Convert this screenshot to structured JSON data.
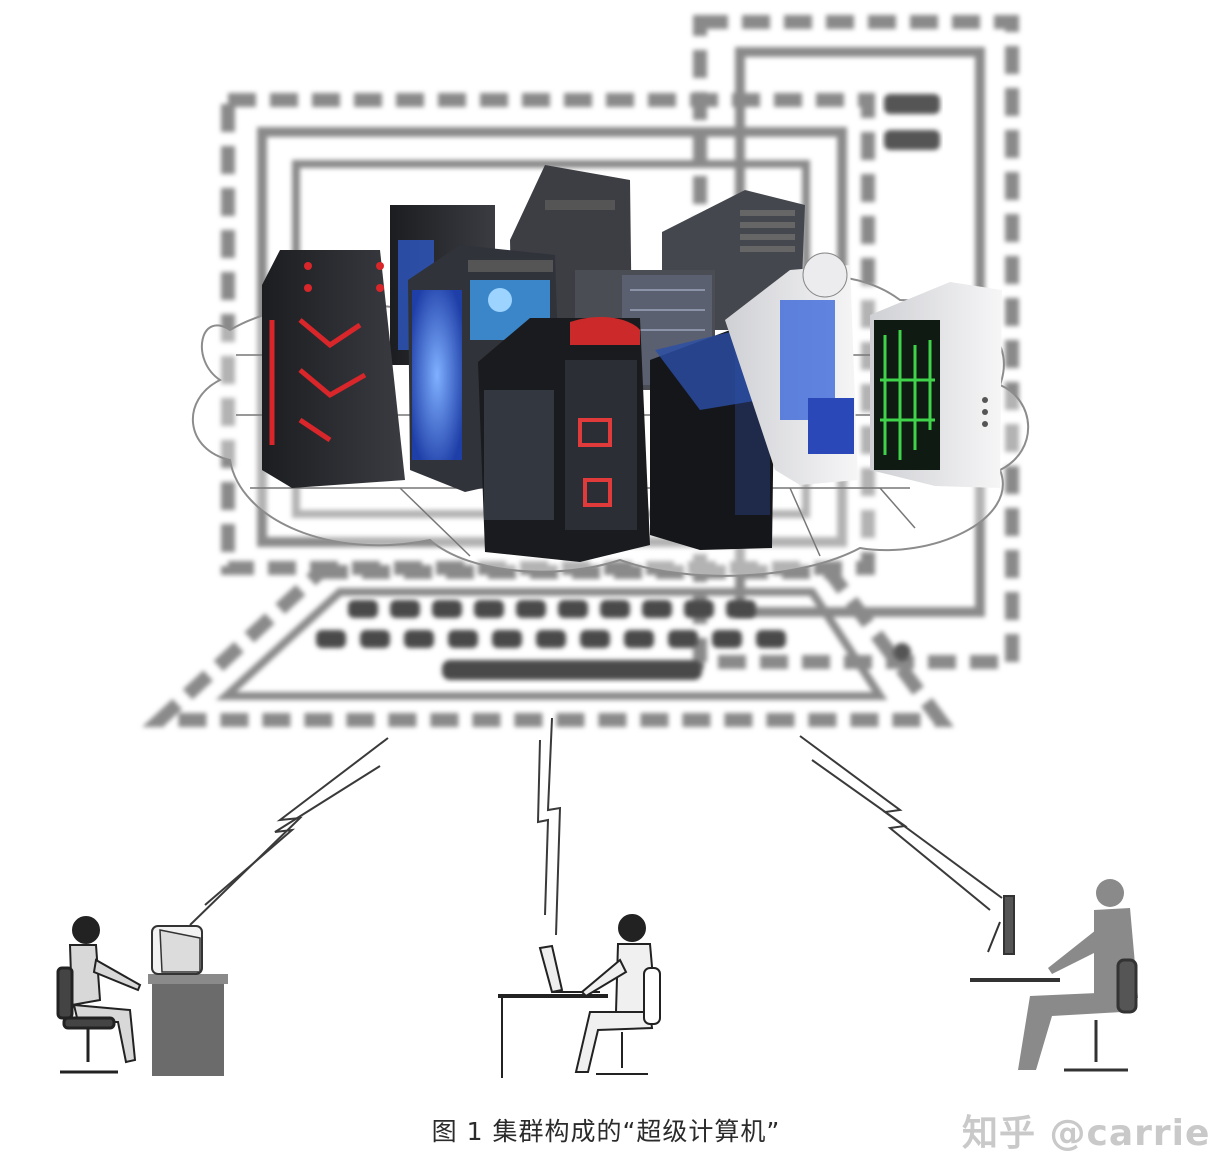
{
  "figure": {
    "caption": "图 1  集群构成的“超级计算机”",
    "watermark": "知乎 @carrie",
    "colors": {
      "dashed_outline": "#8a8a8a",
      "chassis_dark": "#2a2c30",
      "chassis_white": "#e8e8ea",
      "blue_glow": "#2f5fd8",
      "red_accent": "#d8262a",
      "green_glow": "#3fd24a",
      "person_gray": "#7a7a7a"
    },
    "nodes": [
      {
        "name": "supercomputer-cluster",
        "icon": "tower-pc-cluster-icon"
      },
      {
        "name": "user-left",
        "icon": "woman-at-crt-monitor-icon"
      },
      {
        "name": "user-center",
        "icon": "man-at-laptop-icon"
      },
      {
        "name": "user-right",
        "icon": "person-at-lcd-monitor-icon"
      }
    ],
    "links": [
      "wireless-link-left",
      "wireless-link-center",
      "wireless-link-right"
    ]
  }
}
